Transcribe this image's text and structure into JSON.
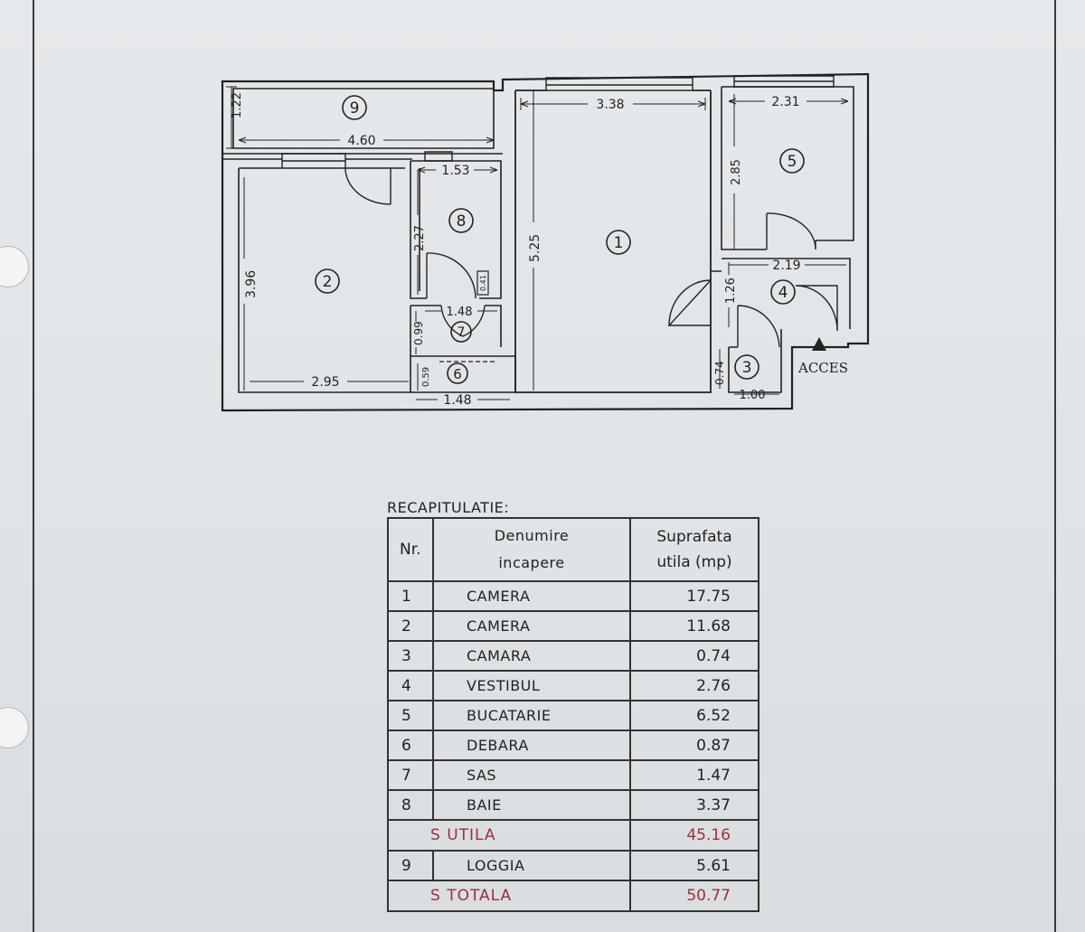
{
  "plan": {
    "dimensions": {
      "d_loggia_h": "1.22",
      "d_loggia_w": "4.60",
      "d_room1_w": "3.38",
      "d_room5_w": "2.31",
      "d_room5_h": "2.85",
      "d_bath_w": "1.53",
      "d_bath_h": "2.27",
      "d_room1_h": "5.25",
      "d_room2_h": "3.96",
      "d_room2_w": "2.95",
      "d_sas_w": "1.48",
      "d_sas_h": "0.99",
      "d_debara_w": "1.48",
      "d_debara_h": "0.59",
      "d_small": "0.41",
      "d_hall_w": "2.19",
      "d_hall_h": "1.26",
      "d_camara_h": "0.74",
      "d_camara_w": "1.00"
    },
    "room_numbers": [
      "1",
      "2",
      "3",
      "4",
      "5",
      "6",
      "7",
      "8",
      "9"
    ],
    "access_label": "ACCES"
  },
  "recap": {
    "title": "RECAPITULATIE:",
    "headers": {
      "nr": "Nr.",
      "name_line1": "Denumire",
      "name_line2": "incapere",
      "area_line1": "Suprafata",
      "area_line2": "utila (mp)"
    },
    "rows": [
      {
        "nr": "1",
        "name": "CAMERA",
        "area": "17.75"
      },
      {
        "nr": "2",
        "name": "CAMERA",
        "area": "11.68"
      },
      {
        "nr": "3",
        "name": "CAMARA",
        "area": "0.74"
      },
      {
        "nr": "4",
        "name": "VESTIBUL",
        "area": "2.76"
      },
      {
        "nr": "5",
        "name": "BUCATARIE",
        "area": "6.52"
      },
      {
        "nr": "6",
        "name": "DEBARA",
        "area": "0.87"
      },
      {
        "nr": "7",
        "name": "SAS",
        "area": "1.47"
      },
      {
        "nr": "8",
        "name": "BAIE",
        "area": "3.37"
      }
    ],
    "s_utila": {
      "label": "S UTILA",
      "value": "45.16"
    },
    "loggia": {
      "nr": "9",
      "name": "LOGGIA",
      "area": "5.61"
    },
    "s_totala": {
      "label": "S TOTALA",
      "value": "50.77"
    }
  },
  "colors": {
    "ink": "#222222",
    "sum_red": "#9b2e3c",
    "paper": "#e3e6e8"
  }
}
